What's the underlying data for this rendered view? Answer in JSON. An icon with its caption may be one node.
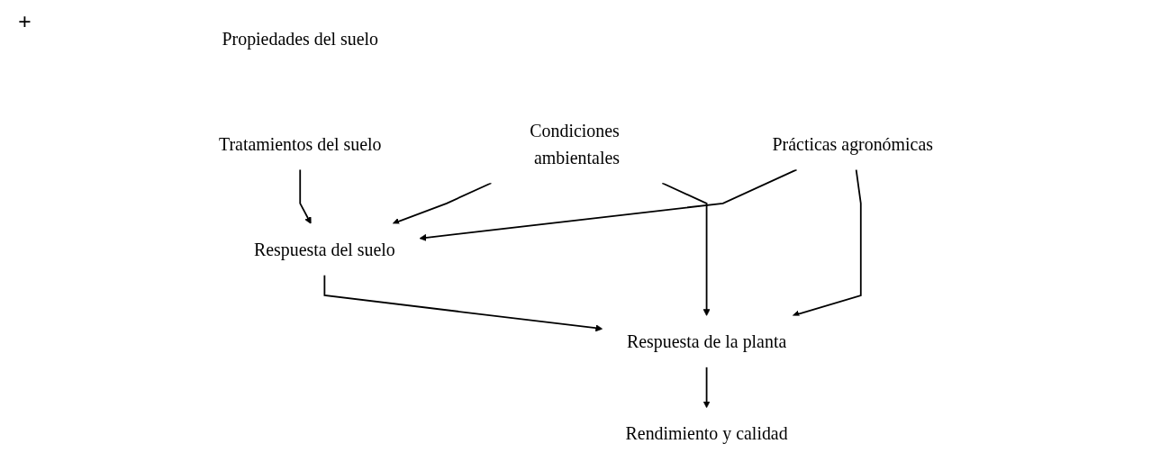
{
  "diagram": {
    "nodes": [
      {
        "text": [
          "Propiedades del suelo"
        ]
      },
      {
        "text": [
          "Tratamientos del suelo"
        ]
      },
      {
        "text": [
          "Condiciones ambientales"
        ]
      },
      {
        "text": [
          "Prácticas agronómicas"
        ]
      },
      {
        "text": [
          "Respuesta del suelo"
        ]
      },
      {
        "text": [
          "Respuesta de la planta"
        ]
      },
      {
        "text": [
          "Rendimiento y calidad"
        ]
      }
    ],
    "edges": [
      {
        "from": 1,
        "to": 4,
        "arrow": "to"
      },
      {
        "from": 2,
        "to": 4,
        "arrow": "to"
      },
      {
        "from": 3,
        "to": 4,
        "arrow": "to"
      },
      {
        "from": 2,
        "to": 5,
        "arrow": "to"
      },
      {
        "from": 3,
        "to": 5,
        "arrow": "to"
      },
      {
        "from": 4,
        "to": 5,
        "arrow": "to"
      },
      {
        "from": 5,
        "to": 6,
        "arrow": "to"
      }
    ],
    "labels": [
      "+"
    ]
  }
}
